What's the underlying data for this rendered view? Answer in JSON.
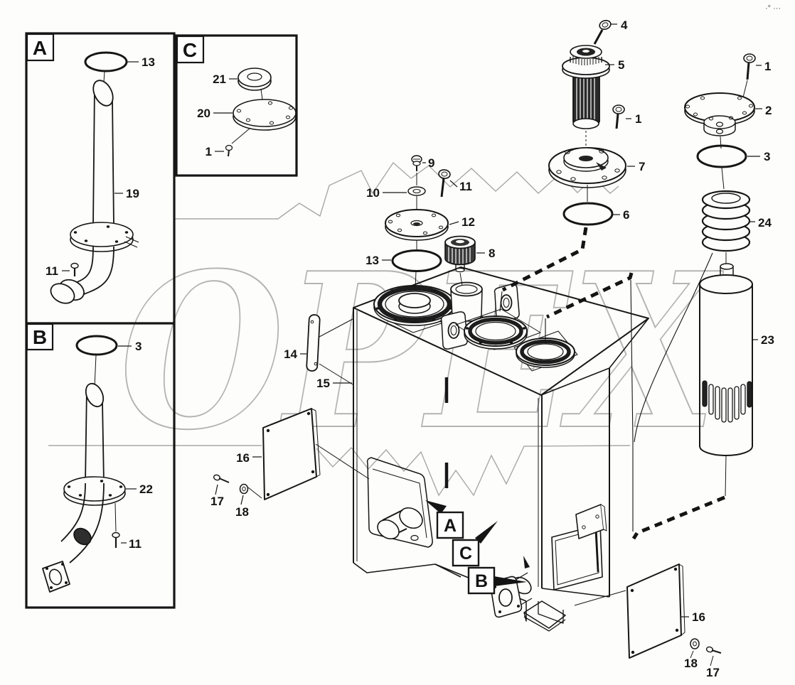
{
  "page": {
    "corner_mark": "·° ···"
  },
  "watermark": {
    "text": "OPEX"
  },
  "detail_boxes": {
    "a": "A",
    "b": "B",
    "c": "C"
  },
  "view_markers": {
    "a": "A",
    "c": "C",
    "b": "B"
  },
  "callouts": [
    "13",
    "19",
    "11",
    "3",
    "22",
    "11",
    "21",
    "20",
    "1",
    "4",
    "5",
    "1",
    "7",
    "6",
    "9",
    "10",
    "11",
    "12",
    "13",
    "8",
    "14",
    "15",
    "16",
    "17",
    "18",
    "1",
    "2",
    "3",
    "24",
    "23",
    "16",
    "18",
    "17"
  ]
}
